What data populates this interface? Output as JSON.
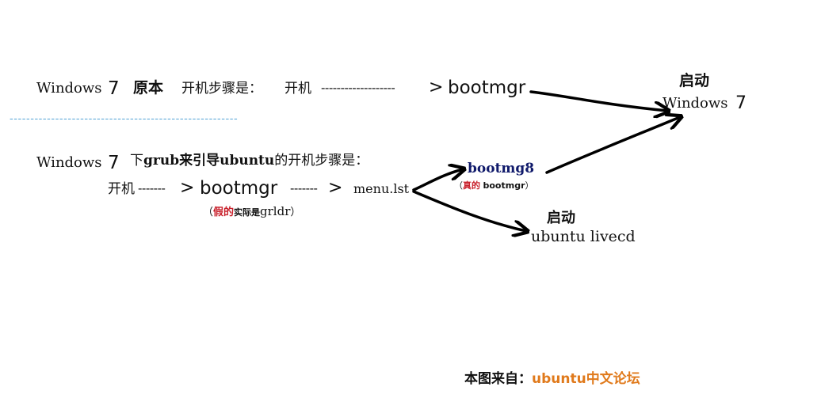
{
  "top": {
    "windows": "Windows",
    "seven": "7",
    "original": "原本",
    "steps": "开机步骤是：",
    "boot": "开机",
    "dashes": "-------------------",
    "gt": ">",
    "bootmgr": "bootmgr"
  },
  "right_target": {
    "launch": "启动",
    "windows": "Windows",
    "seven": "7"
  },
  "divider": "-------------------------------------------------------",
  "grub": {
    "windows": "Windows",
    "seven": "7",
    "desc_1": "下",
    "desc_grub": "grub",
    "desc_2": "来引导",
    "desc_ubuntu": "ubuntu",
    "desc_3": "的开机步骤是：",
    "boot": "开机",
    "dashes1": "-------",
    "gt1": ">",
    "bootmgr": "bootmgr",
    "dashes2": "-------",
    "gt2": ">",
    "menu_lst": "menu.lst",
    "fake_open": "（",
    "fake_label": "假的",
    "fake_actual": "实际是",
    "fake_grldr": "grldr",
    "fake_close": "）"
  },
  "bootmg8": {
    "label": "bootmg8",
    "note_open": "（",
    "note_real": "真的",
    "note_bootmgr": "bootmgr",
    "note_close": "）"
  },
  "ubuntu_target": {
    "launch": "启动",
    "label": "ubuntu livecd"
  },
  "credit": {
    "prefix": "本图来自：",
    "source": "ubuntu中文论坛"
  },
  "colors": {
    "divider": "#5aa8d8",
    "accent": "#e07a1c",
    "red": "#c8202b",
    "navy": "#101a6b",
    "arrow": "#000000"
  }
}
